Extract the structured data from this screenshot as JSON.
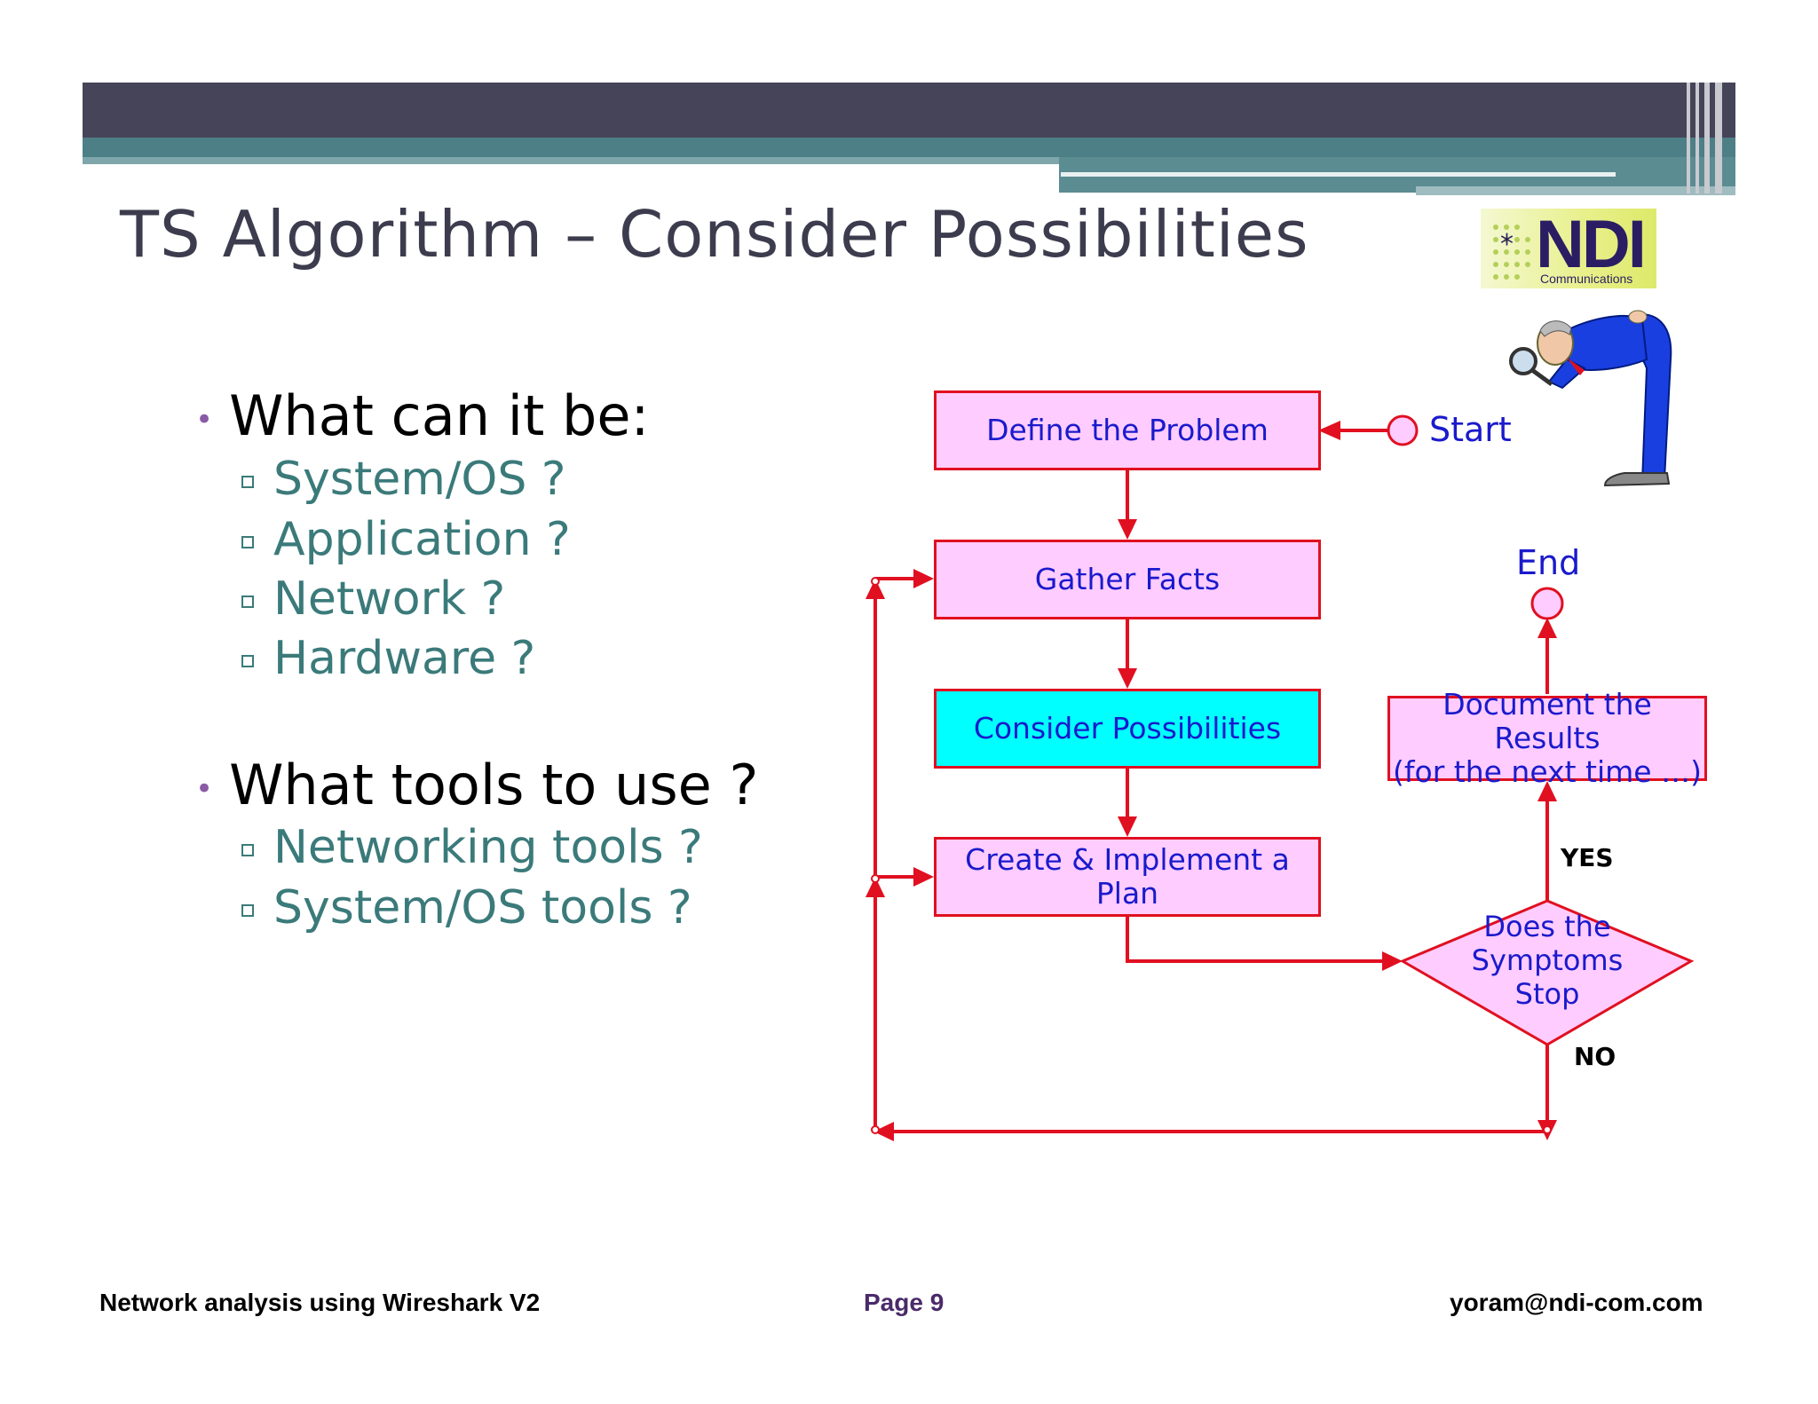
{
  "slide": {
    "title": "TS Algorithm – Consider Possibilities"
  },
  "logo": {
    "name": "NDI",
    "sub": "Communications"
  },
  "bullets": [
    {
      "label": "What can it be:",
      "items": [
        "System/OS ?",
        "Application ?",
        "Network ?",
        "Hardware ?"
      ]
    },
    {
      "label": "What tools to use ?",
      "items": [
        "Networking tools ?",
        "System/OS tools ?"
      ]
    }
  ],
  "flowchart": {
    "start": "Start",
    "end": "End",
    "define": "Define the Problem",
    "gather": "Gather Facts",
    "consider": "Consider Possibilities",
    "create": "Create & Implement a Plan",
    "document_l1": "Document the Results",
    "document_l2": "(for the next time …)",
    "decision_l1": "Does the",
    "decision_l2": "Symptoms",
    "decision_l3": "Stop",
    "yes": "YES",
    "no": "NO"
  },
  "colors": {
    "box_fill": "#ffccff",
    "highlight_fill": "#00ffff",
    "line": "#e01020",
    "box_text": "#1a1acc"
  },
  "footer": {
    "left": "Network analysis using Wireshark V2",
    "center": "Page 9",
    "right": "yoram@ndi-com.com"
  }
}
